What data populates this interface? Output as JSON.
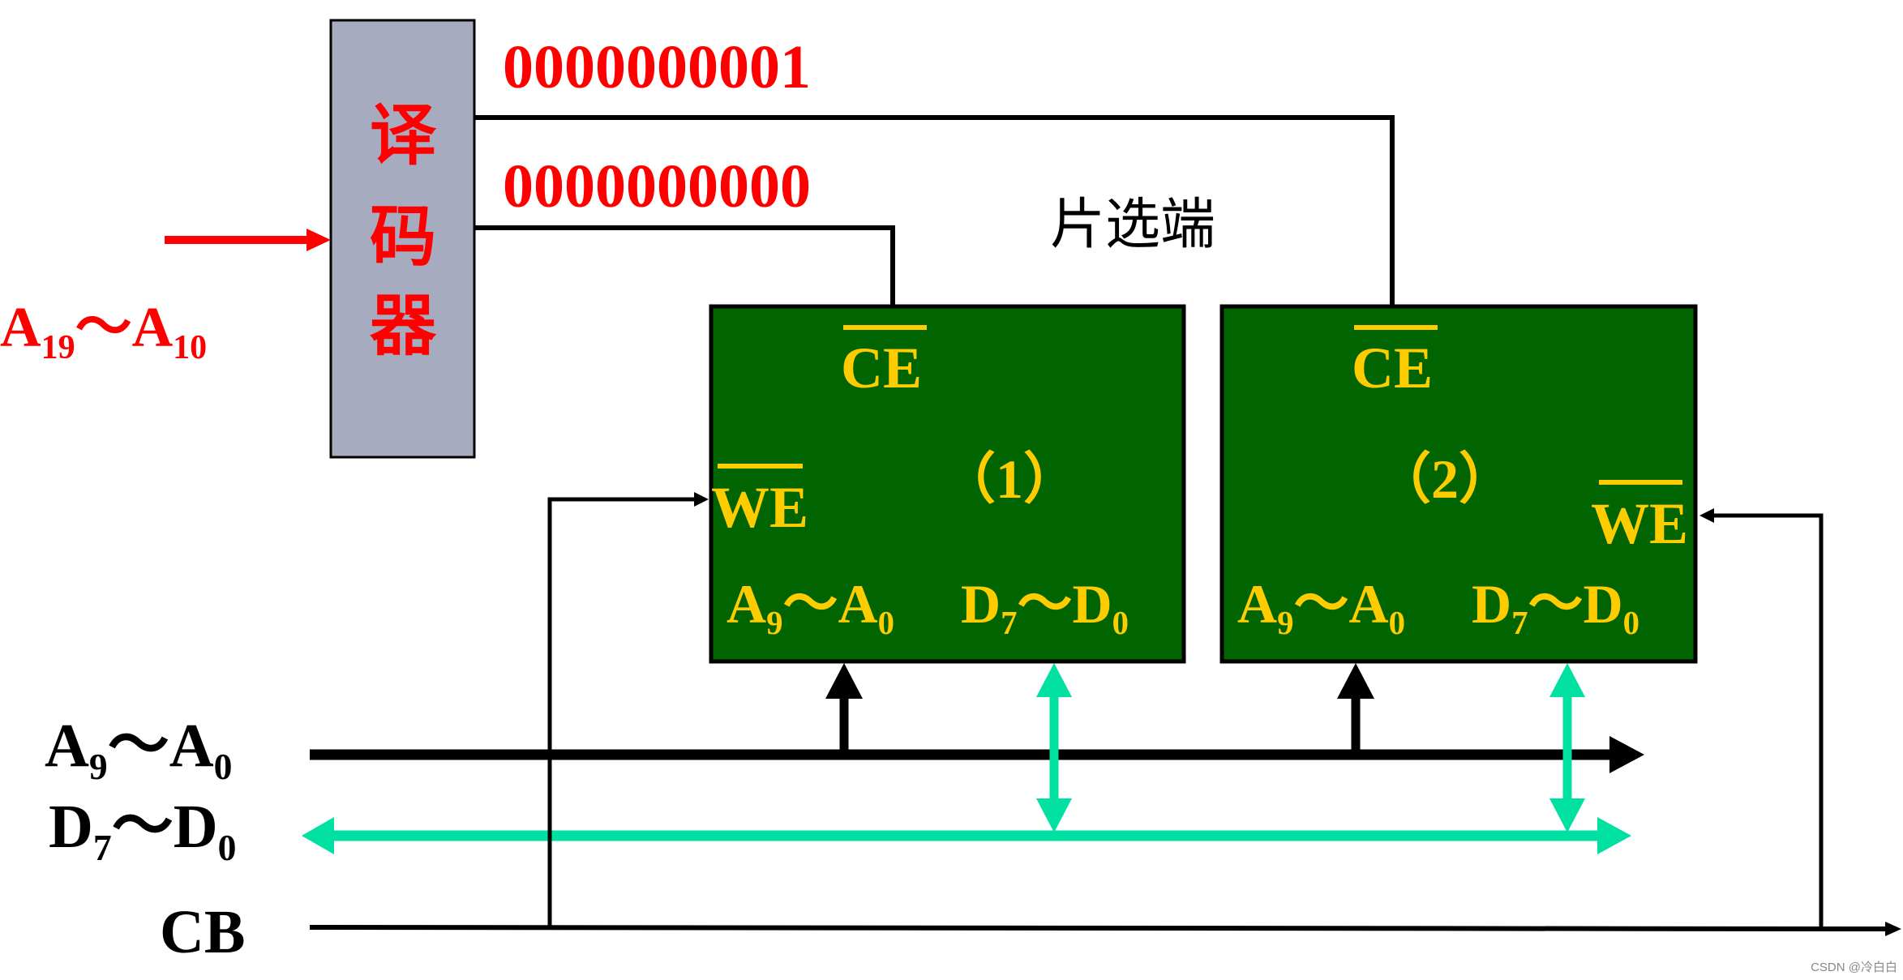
{
  "decoder": {
    "label_chars": [
      "译",
      "码",
      "器"
    ],
    "input_label": {
      "main1": "A",
      "sub1": "19",
      "sep": "～",
      "main2": "A",
      "sub2": "10"
    },
    "output_1": "0000000001",
    "output_0": "0000000000"
  },
  "chip_select_label": "片选端",
  "chips": [
    {
      "id": "1",
      "number_label": "（1）",
      "ce": "CE",
      "we": "WE",
      "addr": {
        "main1": "A",
        "sub1": "9",
        "sep": "～",
        "main2": "A",
        "sub2": "0"
      },
      "data": {
        "main1": "D",
        "sub1": "7",
        "sep": "～",
        "main2": "D",
        "sub2": "0"
      }
    },
    {
      "id": "2",
      "number_label": "（2）",
      "ce": "CE",
      "we": "WE",
      "addr": {
        "main1": "A",
        "sub1": "9",
        "sep": "～",
        "main2": "A",
        "sub2": "0"
      },
      "data": {
        "main1": "D",
        "sub1": "7",
        "sep": "～",
        "main2": "D",
        "sub2": "0"
      }
    }
  ],
  "buses": {
    "address": {
      "main1": "A",
      "sub1": "9",
      "sep": "～",
      "main2": "A",
      "sub2": "0"
    },
    "data": {
      "main1": "D",
      "sub1": "7",
      "sep": "～",
      "main2": "D",
      "sub2": "0"
    },
    "control": "CB"
  },
  "watermark": "CSDN @冷白白",
  "colors": {
    "chip_fill": "#006400",
    "decoder_fill": "#a6abc0",
    "red": "#ff0000",
    "yellow": "#ffcc00",
    "teal": "#00e0a0",
    "black": "#000000"
  }
}
